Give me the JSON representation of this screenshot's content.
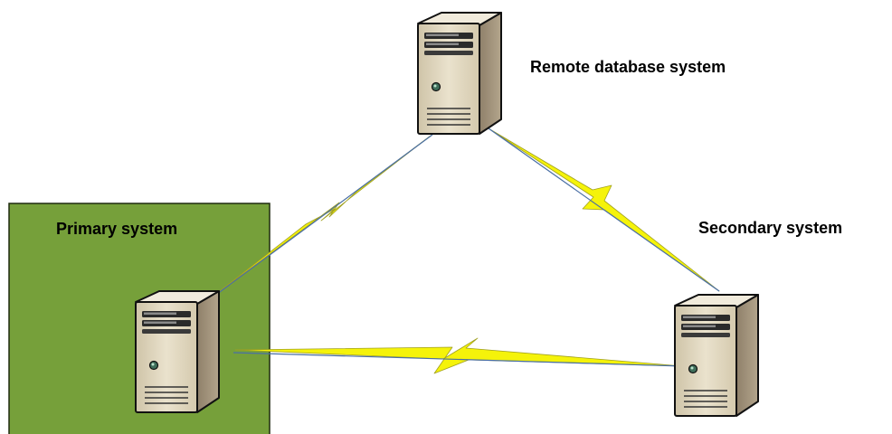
{
  "diagram": {
    "title": "",
    "nodes": [
      {
        "id": "remote",
        "label": "Remote database system",
        "icon": "server-tower-icon"
      },
      {
        "id": "primary",
        "label": "Primary system",
        "icon": "server-tower-icon",
        "highlighted": true
      },
      {
        "id": "secondary",
        "label": "Secondary system",
        "icon": "server-tower-icon"
      }
    ],
    "links": [
      {
        "from": "primary",
        "to": "remote",
        "type": "network-lightning"
      },
      {
        "from": "remote",
        "to": "secondary",
        "type": "network-lightning"
      },
      {
        "from": "primary",
        "to": "secondary",
        "type": "network-lightning"
      }
    ]
  },
  "colors": {
    "primary_zone_fill": "#76a03a",
    "primary_zone_border": "#1f2a0e",
    "lightning_fill": "#f5f30a",
    "link_line": "#4a6fa5",
    "server_body": "#ddd2b8",
    "server_side": "#a0917a",
    "server_top": "#efe8d8",
    "server_outline": "#111111"
  }
}
